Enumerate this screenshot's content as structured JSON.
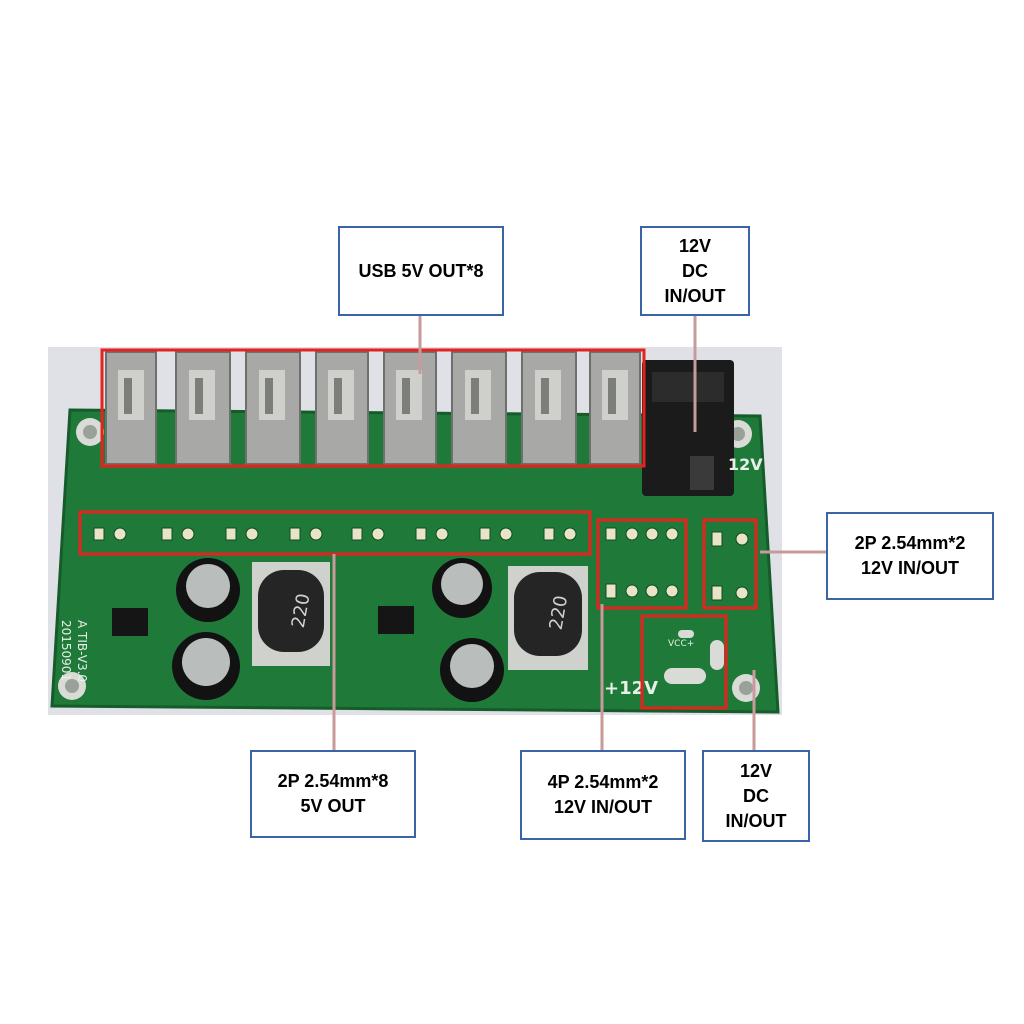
{
  "colors": {
    "pcb_green": "#1f7a3a",
    "highlight": "#e6211e",
    "connector_line": "#c99a9a",
    "label_border": "#3b64a8"
  },
  "labels": {
    "usb": {
      "line1": "USB 5V OUT*8"
    },
    "dc_top": {
      "line1": "12V",
      "line2": "DC",
      "line3": "IN/OUT"
    },
    "two_pin_12v": {
      "line1": "2P 2.54mm*2",
      "line2": "12V IN/OUT"
    },
    "two_pin_5v": {
      "line1": "2P 2.54mm*8",
      "line2": "5V OUT"
    },
    "four_pin": {
      "line1": "4P 2.54mm*2",
      "line2": "12V IN/OUT"
    },
    "dc_bottom": {
      "line1": "12V",
      "line2": "DC",
      "line3": "IN/OUT"
    }
  },
  "board": {
    "silk_version": "A TIB-V3.0",
    "silk_date": "20150901",
    "inductor_left": "220",
    "inductor_right": "220",
    "power_label": "+12V",
    "jack_label": "12V",
    "vcc_label": "VCC+"
  }
}
